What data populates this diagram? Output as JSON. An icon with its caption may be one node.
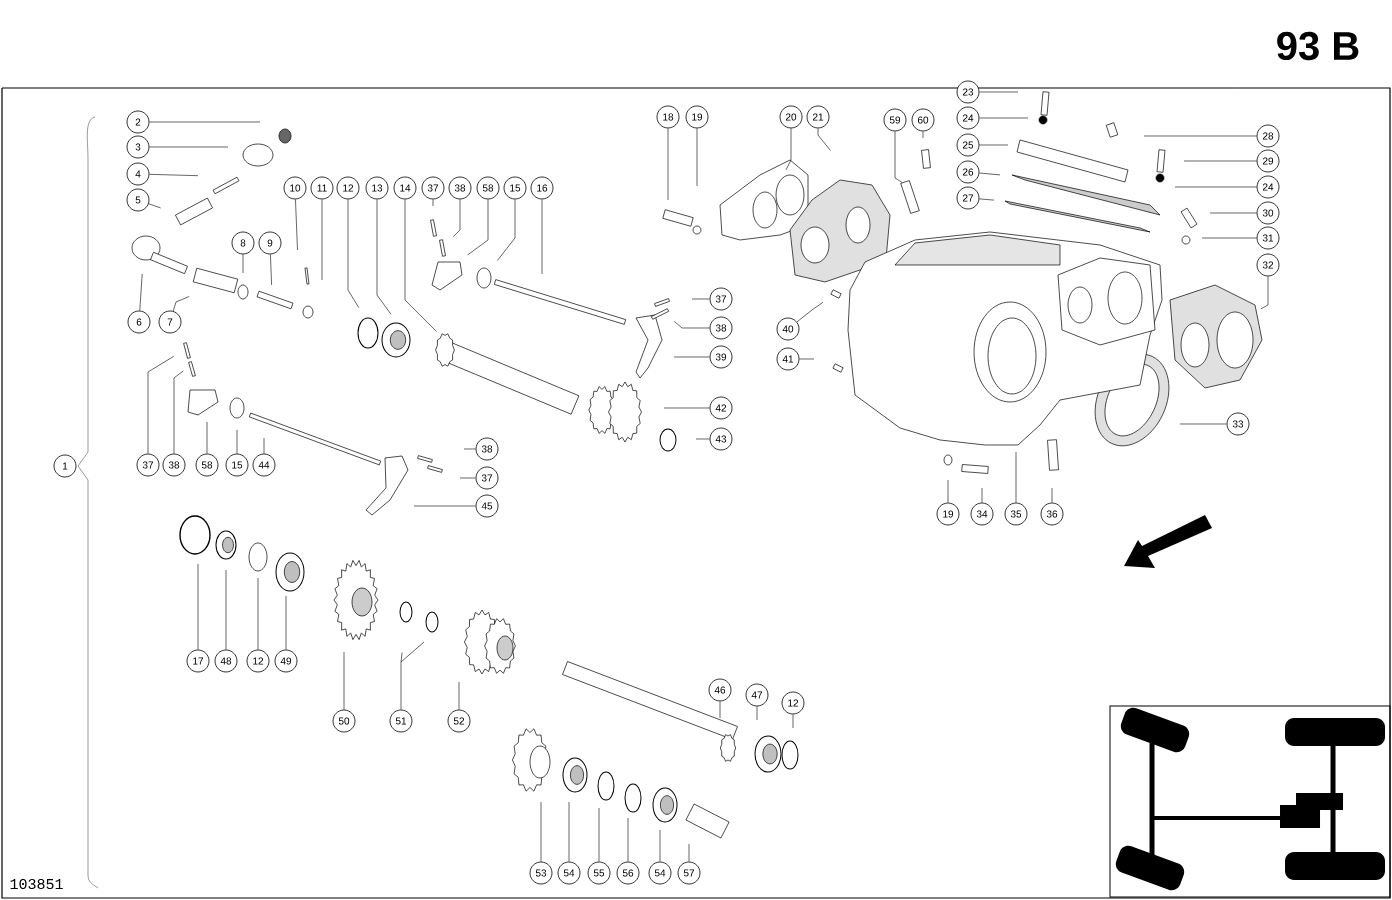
{
  "diagram": {
    "title": "93 B",
    "nodes": [
      {
        "text": [
          "1"
        ]
      },
      {
        "text": [
          "2"
        ]
      },
      {
        "text": [
          "3"
        ]
      },
      {
        "text": [
          "4"
        ]
      },
      {
        "text": [
          "5"
        ]
      },
      {
        "text": [
          "6"
        ]
      },
      {
        "text": [
          "7"
        ]
      },
      {
        "text": [
          "8"
        ]
      },
      {
        "text": [
          "9"
        ]
      },
      {
        "text": [
          "10"
        ]
      },
      {
        "text": [
          "11"
        ]
      },
      {
        "text": [
          "12"
        ]
      },
      {
        "text": [
          "13"
        ]
      },
      {
        "text": [
          "14"
        ]
      },
      {
        "text": [
          "37"
        ]
      },
      {
        "text": [
          "38"
        ]
      },
      {
        "text": [
          "58"
        ]
      },
      {
        "text": [
          "15"
        ]
      },
      {
        "text": [
          "16"
        ]
      },
      {
        "text": [
          "37"
        ]
      },
      {
        "text": [
          "38"
        ]
      },
      {
        "text": [
          "39"
        ]
      },
      {
        "text": [
          "42"
        ]
      },
      {
        "text": [
          "43"
        ]
      },
      {
        "text": [
          "37"
        ]
      },
      {
        "text": [
          "38"
        ]
      },
      {
        "text": [
          "58"
        ]
      },
      {
        "text": [
          "15"
        ]
      },
      {
        "text": [
          "44"
        ]
      },
      {
        "text": [
          "38"
        ]
      },
      {
        "text": [
          "37"
        ]
      },
      {
        "text": [
          "45"
        ]
      },
      {
        "text": [
          "17"
        ]
      },
      {
        "text": [
          "48"
        ]
      },
      {
        "text": [
          "12"
        ]
      },
      {
        "text": [
          "49"
        ]
      },
      {
        "text": [
          "50"
        ]
      },
      {
        "text": [
          "51"
        ]
      },
      {
        "text": [
          "52"
        ]
      },
      {
        "text": [
          "46"
        ]
      },
      {
        "text": [
          "47"
        ]
      },
      {
        "text": [
          "12"
        ]
      },
      {
        "text": [
          "53"
        ]
      },
      {
        "text": [
          "54"
        ]
      },
      {
        "text": [
          "55"
        ]
      },
      {
        "text": [
          "56"
        ]
      },
      {
        "text": [
          "54"
        ]
      },
      {
        "text": [
          "57"
        ]
      },
      {
        "text": [
          "18"
        ]
      },
      {
        "text": [
          "19"
        ]
      },
      {
        "text": [
          "20"
        ]
      },
      {
        "text": [
          "21"
        ]
      },
      {
        "text": [
          "59"
        ]
      },
      {
        "text": [
          "60"
        ]
      },
      {
        "text": [
          "23"
        ]
      },
      {
        "text": [
          "24"
        ]
      },
      {
        "text": [
          "25"
        ]
      },
      {
        "text": [
          "26"
        ]
      },
      {
        "text": [
          "27"
        ]
      },
      {
        "text": [
          "28"
        ]
      },
      {
        "text": [
          "29"
        ]
      },
      {
        "text": [
          "24"
        ]
      },
      {
        "text": [
          "30"
        ]
      },
      {
        "text": [
          "31"
        ]
      },
      {
        "text": [
          "32"
        ]
      },
      {
        "text": [
          "33"
        ]
      },
      {
        "text": [
          "40"
        ]
      },
      {
        "text": [
          "41"
        ]
      },
      {
        "text": [
          "19"
        ]
      },
      {
        "text": [
          "34"
        ]
      },
      {
        "text": [
          "35"
        ]
      },
      {
        "text": [
          "36"
        ]
      }
    ],
    "edges": [
      {
        "from": 1,
        "to": null,
        "arrow": "none"
      },
      {
        "from": 2,
        "to": null,
        "arrow": "none"
      },
      {
        "from": 3,
        "to": null,
        "arrow": "none"
      },
      {
        "from": 4,
        "to": null,
        "arrow": "none"
      },
      {
        "from": 5,
        "to": null,
        "arrow": "none"
      },
      {
        "from": 6,
        "to": null,
        "arrow": "none"
      },
      {
        "from": 7,
        "to": null,
        "arrow": "none"
      },
      {
        "from": 8,
        "to": null,
        "arrow": "none"
      },
      {
        "from": 9,
        "to": null,
        "arrow": "none"
      },
      {
        "from": 10,
        "to": null,
        "arrow": "none"
      },
      {
        "from": 11,
        "to": null,
        "arrow": "none"
      },
      {
        "from": 12,
        "to": null,
        "arrow": "none"
      },
      {
        "from": 13,
        "to": null,
        "arrow": "none"
      },
      {
        "from": 14,
        "to": null,
        "arrow": "none"
      },
      {
        "from": 15,
        "to": null,
        "arrow": "none"
      },
      {
        "from": 16,
        "to": null,
        "arrow": "none"
      },
      {
        "from": 17,
        "to": null,
        "arrow": "none"
      },
      {
        "from": 18,
        "to": null,
        "arrow": "none"
      },
      {
        "from": 19,
        "to": null,
        "arrow": "none"
      },
      {
        "from": 20,
        "to": null,
        "arrow": "none"
      },
      {
        "from": 21,
        "to": null,
        "arrow": "none"
      },
      {
        "from": 22,
        "to": null,
        "arrow": "none"
      },
      {
        "from": 23,
        "to": null,
        "arrow": "none"
      },
      {
        "from": 24,
        "to": null,
        "arrow": "none"
      },
      {
        "from": 25,
        "to": null,
        "arrow": "none"
      },
      {
        "from": 26,
        "to": null,
        "arrow": "none"
      },
      {
        "from": 27,
        "to": null,
        "arrow": "none"
      },
      {
        "from": 28,
        "to": null,
        "arrow": "none"
      },
      {
        "from": 29,
        "to": null,
        "arrow": "none"
      },
      {
        "from": 30,
        "to": null,
        "arrow": "none"
      },
      {
        "from": 31,
        "to": null,
        "arrow": "none"
      },
      {
        "from": 32,
        "to": null,
        "arrow": "none"
      },
      {
        "from": 33,
        "to": null,
        "arrow": "none"
      },
      {
        "from": 34,
        "to": null,
        "arrow": "none"
      },
      {
        "from": 35,
        "to": null,
        "arrow": "none"
      },
      {
        "from": 36,
        "to": null,
        "arrow": "none"
      },
      {
        "from": 37,
        "to": null,
        "arrow": "none"
      },
      {
        "from": 38,
        "to": null,
        "arrow": "none"
      },
      {
        "from": 39,
        "to": null,
        "arrow": "none"
      },
      {
        "from": 40,
        "to": null,
        "arrow": "none"
      },
      {
        "from": 41,
        "to": null,
        "arrow": "none"
      },
      {
        "from": 42,
        "to": null,
        "arrow": "none"
      },
      {
        "from": 43,
        "to": null,
        "arrow": "none"
      },
      {
        "from": 44,
        "to": null,
        "arrow": "none"
      },
      {
        "from": 45,
        "to": null,
        "arrow": "none"
      },
      {
        "from": 46,
        "to": null,
        "arrow": "none"
      },
      {
        "from": 47,
        "to": null,
        "arrow": "none"
      },
      {
        "from": 48,
        "to": null,
        "arrow": "none"
      },
      {
        "from": 49,
        "to": null,
        "arrow": "none"
      },
      {
        "from": 50,
        "to": null,
        "arrow": "none"
      },
      {
        "from": 51,
        "to": null,
        "arrow": "none"
      },
      {
        "from": 52,
        "to": null,
        "arrow": "none"
      },
      {
        "from": 53,
        "to": null,
        "arrow": "none"
      },
      {
        "from": 54,
        "to": null,
        "arrow": "none"
      },
      {
        "from": 55,
        "to": null,
        "arrow": "none"
      },
      {
        "from": 56,
        "to": null,
        "arrow": "none"
      },
      {
        "from": 57,
        "to": null,
        "arrow": "none"
      },
      {
        "from": 58,
        "to": null,
        "arrow": "none"
      },
      {
        "from": 59,
        "to": null,
        "arrow": "none"
      },
      {
        "from": 60,
        "to": null,
        "arrow": "none"
      },
      {
        "from": 61,
        "to": null,
        "arrow": "none"
      },
      {
        "from": 62,
        "to": null,
        "arrow": "none"
      },
      {
        "from": 63,
        "to": null,
        "arrow": "none"
      },
      {
        "from": 64,
        "to": null,
        "arrow": "none"
      },
      {
        "from": 65,
        "to": null,
        "arrow": "none"
      },
      {
        "from": 66,
        "to": null,
        "arrow": "none"
      },
      {
        "from": 67,
        "to": null,
        "arrow": "none"
      },
      {
        "from": 68,
        "to": null,
        "arrow": "none"
      },
      {
        "from": 69,
        "to": null,
        "arrow": "none"
      },
      {
        "from": 70,
        "to": null,
        "arrow": "none"
      },
      {
        "from": 71,
        "to": null,
        "arrow": "none"
      }
    ],
    "labels": [
      "103851"
    ]
  }
}
